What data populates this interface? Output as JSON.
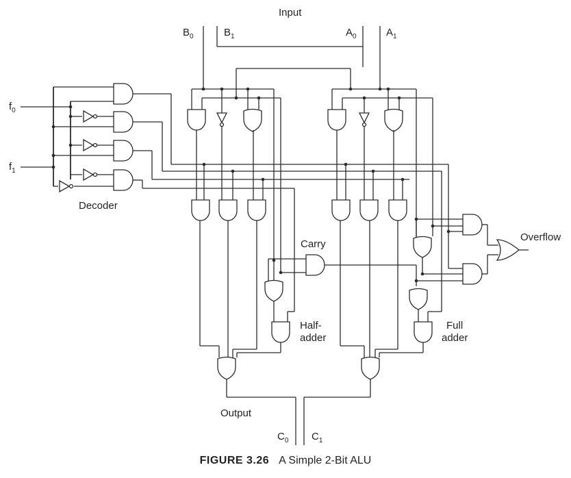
{
  "labels": {
    "input": "Input",
    "b0": "B",
    "b0_sub": "0",
    "b1": "B",
    "b1_sub": "1",
    "a0": "A",
    "a0_sub": "0",
    "a1": "A",
    "a1_sub": "1",
    "f0": "f",
    "f0_sub": "0",
    "f1": "f",
    "f1_sub": "1",
    "decoder": "Decoder",
    "carry": "Carry",
    "half_adder_1": "Half-",
    "half_adder_2": "adder",
    "full_adder_1": "Full",
    "full_adder_2": "adder",
    "overflow": "Overflow",
    "output": "Output",
    "c0": "C",
    "c0_sub": "0",
    "c1": "C",
    "c1_sub": "1"
  },
  "caption": {
    "figure": "FIGURE 3.26",
    "title": "A Simple 2-Bit ALU"
  }
}
